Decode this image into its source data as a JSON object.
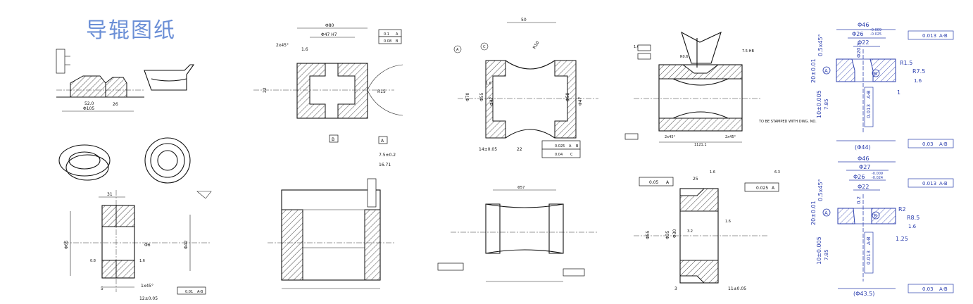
{
  "title": "导辊图纸",
  "drawings": {
    "d1": {
      "dims": [
        "Φ105",
        "52.0",
        "26",
        "31",
        "Φ65",
        "Φ42",
        "Φ6",
        "5",
        "1x45°",
        "12±0.05",
        "0.8",
        "1.6"
      ],
      "tol": [
        "0.01",
        "A-B"
      ]
    },
    "d2": {
      "dims": [
        "Φ80",
        "Φ47 H7",
        "2x45°",
        "1.6",
        "R15",
        "7.5±0.2",
        "16.71",
        "22"
      ],
      "tol": [
        [
          "0.1",
          "A"
        ],
        [
          "0.08",
          "B"
        ]
      ],
      "datums": [
        "A",
        "B"
      ]
    },
    "d3": {
      "dims": [
        "50",
        "R10",
        "Φ70",
        "Φ55",
        "Φ47",
        "Φ58",
        "Φ47",
        "14±0.05",
        "22",
        "1.6",
        "Φ57"
      ],
      "tol": [
        [
          "0.025",
          "A",
          "B"
        ],
        [
          "0.04",
          "C"
        ]
      ],
      "datums": [
        "A",
        "C"
      ]
    },
    "d4": {
      "dims": [
        "1.6",
        "7.5-HB",
        "R0.6",
        "2x45°",
        "2x45°",
        "1121.1"
      ],
      "note": "TO BE STAMPED WITH DWG. NO.",
      "dims2": [
        "25",
        "1.6",
        "Φ55",
        "Φ35",
        "Φ30",
        "3.2",
        "1.6",
        "3",
        "11±0.05",
        "6.3"
      ],
      "tol": [
        [
          "0.05",
          "A"
        ],
        [
          "0.025",
          "A"
        ]
      ]
    },
    "d5": {
      "dims": [
        "Φ46",
        "Φ26",
        "-0.009",
        "-0.025",
        "Φ22",
        "R1.5",
        "R7.5",
        "1.6",
        "20±0.01",
        "10±0.005",
        "7.85",
        "0.5x45°",
        "1",
        "(Φ44)",
        "Φ20.3"
      ],
      "tol": [
        [
          "0.013",
          "A-B"
        ],
        [
          "0.013",
          "A-B"
        ],
        [
          "0.03",
          "A-B"
        ]
      ],
      "datums": [
        "A",
        "B"
      ]
    },
    "d6": {
      "dims": [
        "Φ46",
        "Φ27",
        "Φ26",
        "-0.009",
        "-0.024",
        "Φ22",
        "R2",
        "R8.5",
        "1.6",
        "20±0.01",
        "10±0.005",
        "7.85",
        "0.5x45°",
        "1.25",
        "(Φ43.5)",
        "0.2"
      ],
      "tol": [
        [
          "0.013",
          "A-B"
        ],
        [
          "0.013",
          "A-B"
        ],
        [
          "0.03",
          "A-B"
        ]
      ],
      "datums": [
        "A",
        "B"
      ]
    }
  }
}
